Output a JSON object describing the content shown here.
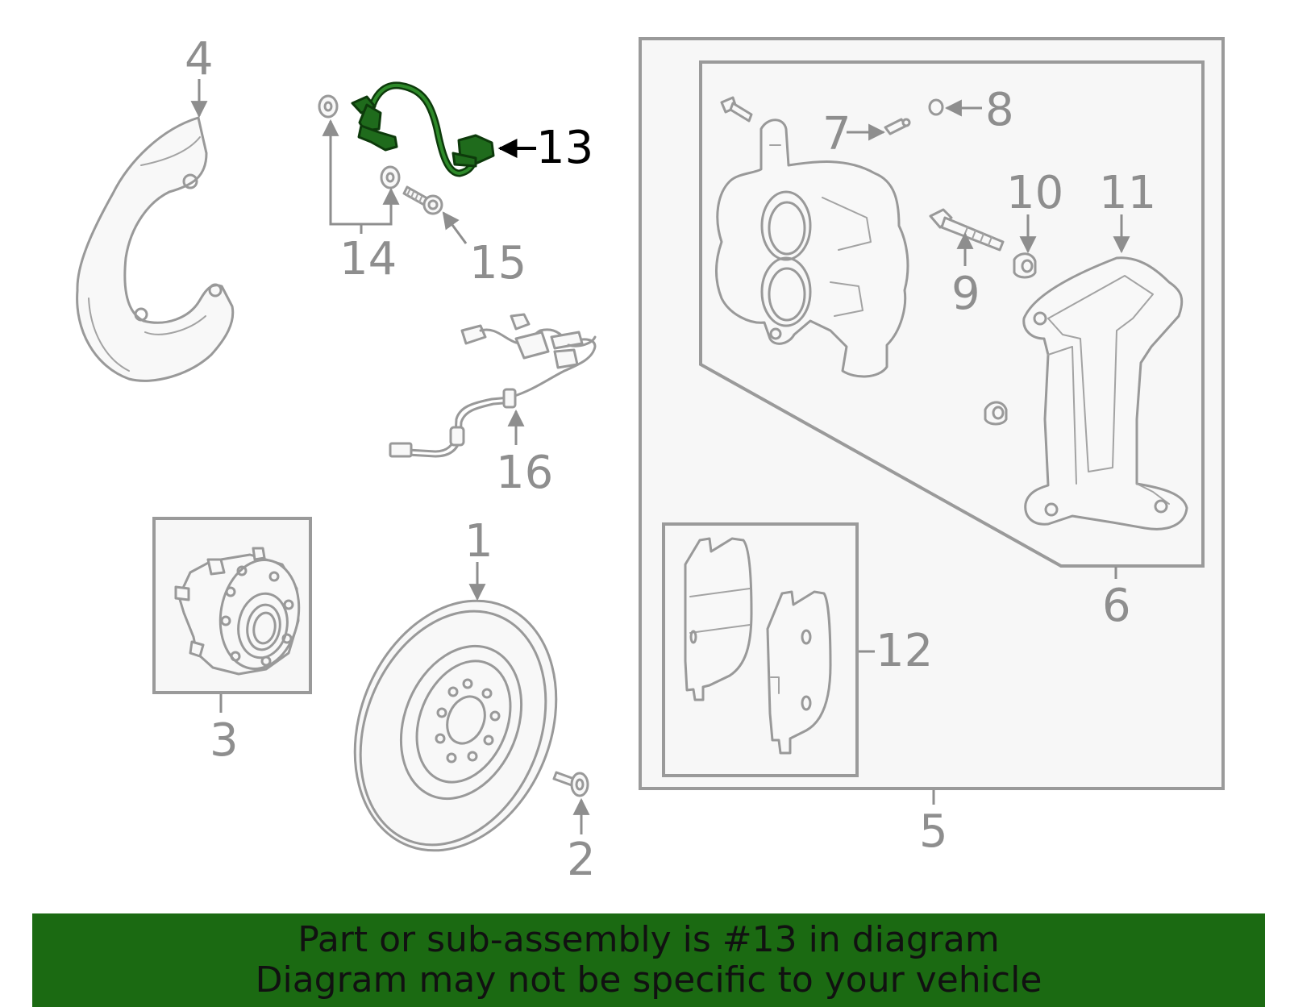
{
  "callouts": {
    "c1": "1",
    "c2": "2",
    "c3": "3",
    "c4": "4",
    "c5": "5",
    "c6": "6",
    "c7": "7",
    "c8": "8",
    "c9": "9",
    "c10": "10",
    "c11": "11",
    "c12": "12",
    "c13": "13",
    "c14": "14",
    "c15": "15",
    "c16": "16"
  },
  "highlight": {
    "part_number": "13",
    "color": "#1f6b1c"
  },
  "banner": {
    "line1": "Part or sub-assembly is #13 in diagram",
    "line2": "Diagram may not be specific to your vehicle",
    "background": "#1b6a12"
  }
}
